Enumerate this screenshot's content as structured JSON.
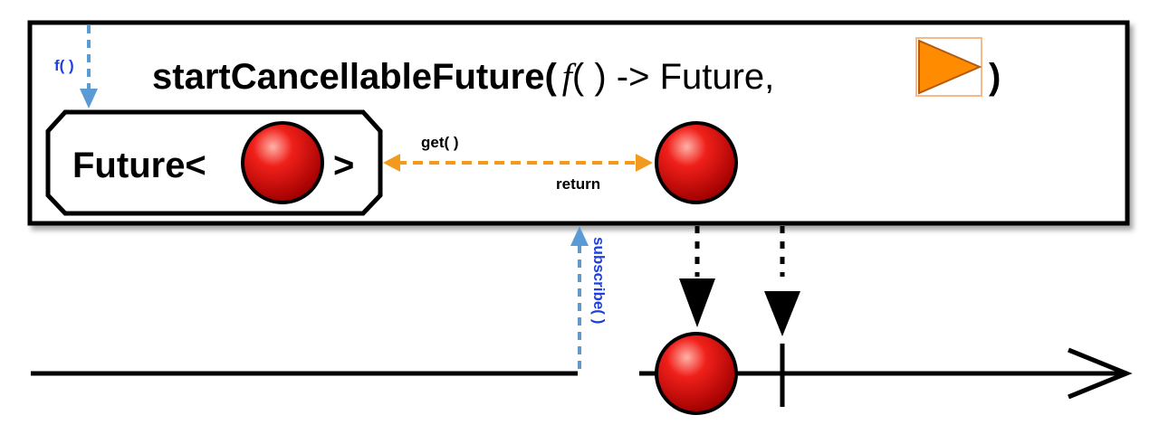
{
  "operator": {
    "name": "startCancellableFuture(",
    "f_symbol": "f",
    "signature_rest": "( ) -> Future,",
    "close_paren": ")"
  },
  "future_box": {
    "label_prefix": "Future<",
    "label_suffix": ">"
  },
  "labels": {
    "f_call": "f( )",
    "get": "get( )",
    "return": "return",
    "subscribe": "subscribe( )"
  },
  "colors": {
    "marble": "#e8100a",
    "scheduler_triangle": "#ff8c00",
    "get_arrow": "#f39a1e",
    "call_arrow": "#5b9bd5",
    "call_text": "#1f3fe0"
  },
  "icons": {
    "scheduler": "orange-triangle-icon",
    "item": "red-marble-icon"
  }
}
